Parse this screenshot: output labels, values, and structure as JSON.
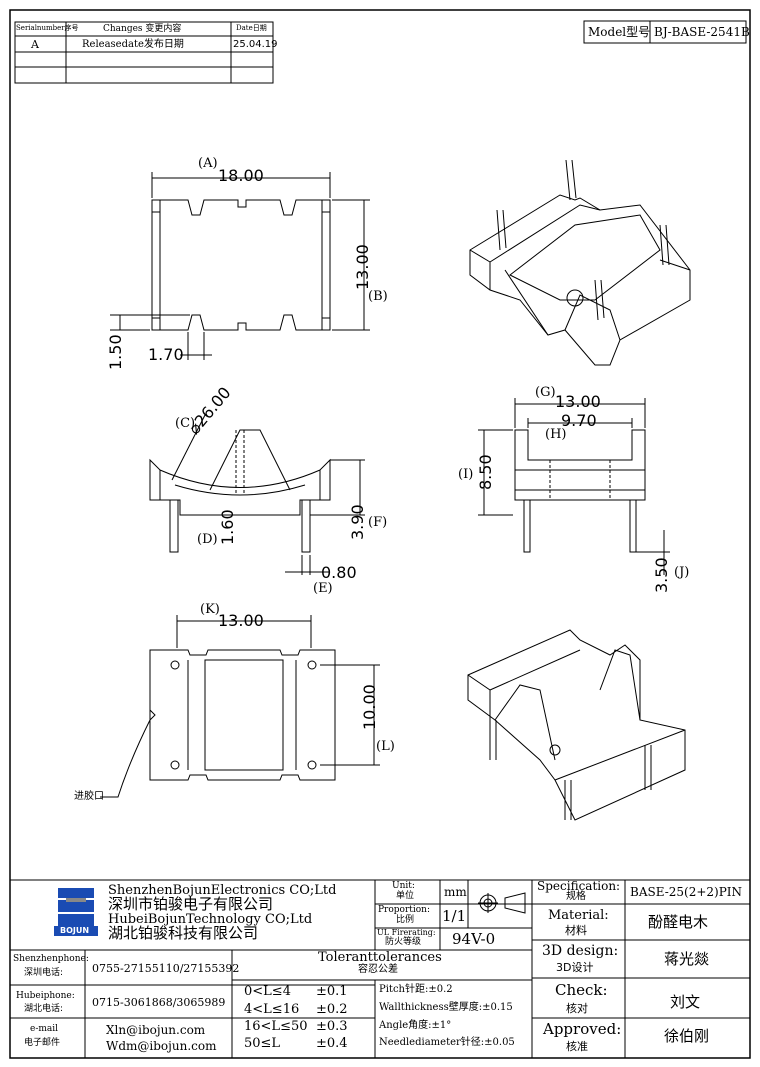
{
  "revision_table": {
    "headers": {
      "serial": "Serialnumber序号",
      "changes": "Changes 变更内容",
      "date": "Date日期"
    },
    "rows": [
      {
        "serial": "A",
        "changes": "Releasedate发布日期",
        "date": "25.04.19"
      }
    ]
  },
  "model": {
    "label": "Model型号",
    "value": "BJ-BASE-2541B"
  },
  "dimensions": {
    "top_view": {
      "width_label": "(A)",
      "width": "18.00",
      "height": "13.00",
      "height_label": "(B)",
      "slot_depth": "1.50",
      "slot_width": "1.70"
    },
    "front_view": {
      "radius_label": "(C)",
      "radius": "⌀26.00",
      "d_label": "(D)",
      "d_value": "1.60",
      "f_value": "3.90",
      "f_label": "(F)",
      "e_value": "0.80",
      "e_label": "(E)"
    },
    "side_view": {
      "g_label": "(G)",
      "g_value": "13.00",
      "h_value": "9.70",
      "h_label": "(H)",
      "i_label": "(I)",
      "i_value": "8.50",
      "j_value": "3.50",
      "j_label": "(J)"
    },
    "bottom_view": {
      "k_label": "(K)",
      "k_value": "13.00",
      "l_value": "10.00",
      "l_label": "(L)",
      "inlet_label": "进胶口"
    }
  },
  "company": {
    "logo_text": "BOJUN",
    "name_en_1": "ShenzhenBojunElectronics CO;Ltd",
    "name_cn_1": "深圳市铂骏电子有限公司",
    "name_en_2": "HubeiBojunTechnology CO;Ltd",
    "name_cn_2": "湖北铂骏科技有限公司"
  },
  "units": {
    "unit_label_en": "Unit:",
    "unit_label_cn": "单位",
    "unit_value": "mm",
    "proportion_en": "Proportion:",
    "proportion_cn": "比例",
    "proportion_value": "1/1",
    "ul_en": "UL Firerating:",
    "ul_cn": "防火等级",
    "ul_value": "94V-0"
  },
  "contacts": [
    {
      "label_en": "Shenzhenphone:",
      "label_cn": "深圳电话:",
      "value": "0755-27155110/27155392"
    },
    {
      "label_en": "Hubeiphone:",
      "label_cn": "湖北电话:",
      "value": "0715-3061868/3065989"
    },
    {
      "label_en": "e-mail",
      "label_cn": "电子邮件",
      "value1": "Xln@ibojun.com",
      "value2": "Wdm@ibojun.com"
    }
  ],
  "tolerances": {
    "title_en": "Toleranttolerances",
    "title_cn": "容忍公差",
    "rows": [
      {
        "range": "0<L≤4",
        "tol": "±0.1"
      },
      {
        "range": "4<L≤16",
        "tol": "±0.2"
      },
      {
        "range": "16<L≤50",
        "tol": "±0.3"
      },
      {
        "range": "50≤L",
        "tol": "±0.4"
      }
    ],
    "notes": [
      "Pitch针距:±0.2",
      "Wallthickness壁厚度:±0.15",
      "Angle角度:±1°",
      "Needlediameter针径:±0.05"
    ]
  },
  "spec": {
    "spec_en": "Specification:",
    "spec_cn": "规格",
    "spec_value": "BASE-25(2+2)PIN",
    "material_en": "Material:",
    "material_cn": "材料",
    "material_value": "酚醛电木",
    "design_en": "3D design:",
    "design_cn": "3D设计",
    "design_value": "蒋光燚",
    "check_en": "Check:",
    "check_cn": "核对",
    "check_value": "刘文",
    "approved_en": "Approved:",
    "approved_cn": "核准",
    "approved_value": "徐伯刚"
  }
}
